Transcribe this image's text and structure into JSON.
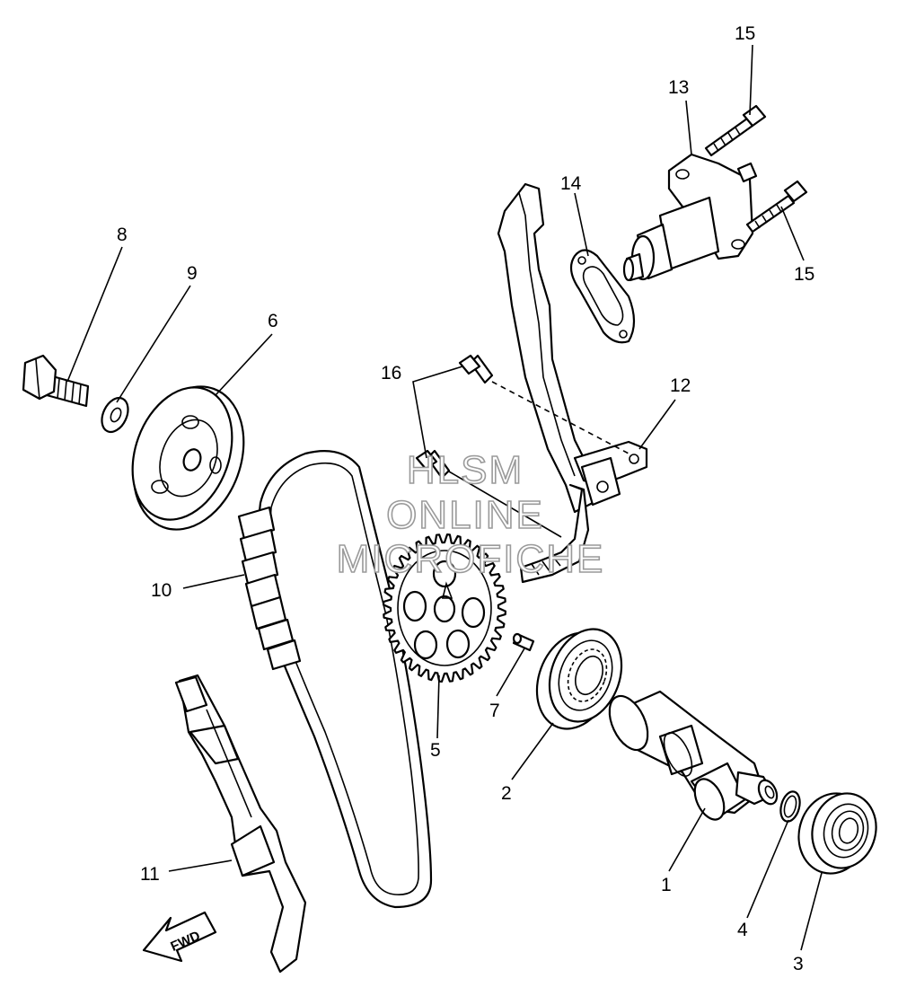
{
  "callouts": [
    {
      "id": "1",
      "text": "1"
    },
    {
      "id": "2",
      "text": "2"
    },
    {
      "id": "3",
      "text": "3"
    },
    {
      "id": "4",
      "text": "4"
    },
    {
      "id": "5",
      "text": "5"
    },
    {
      "id": "6",
      "text": "6"
    },
    {
      "id": "7",
      "text": "7"
    },
    {
      "id": "8",
      "text": "8"
    },
    {
      "id": "9",
      "text": "9"
    },
    {
      "id": "10",
      "text": "10"
    },
    {
      "id": "11",
      "text": "11"
    },
    {
      "id": "12",
      "text": "12"
    },
    {
      "id": "13",
      "text": "13"
    },
    {
      "id": "14",
      "text": "14"
    },
    {
      "id": "15a",
      "text": "15"
    },
    {
      "id": "15b",
      "text": "15"
    },
    {
      "id": "16",
      "text": "16"
    }
  ],
  "watermark": {
    "line1": "HLSM",
    "line2": "ONLINE",
    "line3": "MICROFICHE"
  },
  "direction_label": "FWD"
}
